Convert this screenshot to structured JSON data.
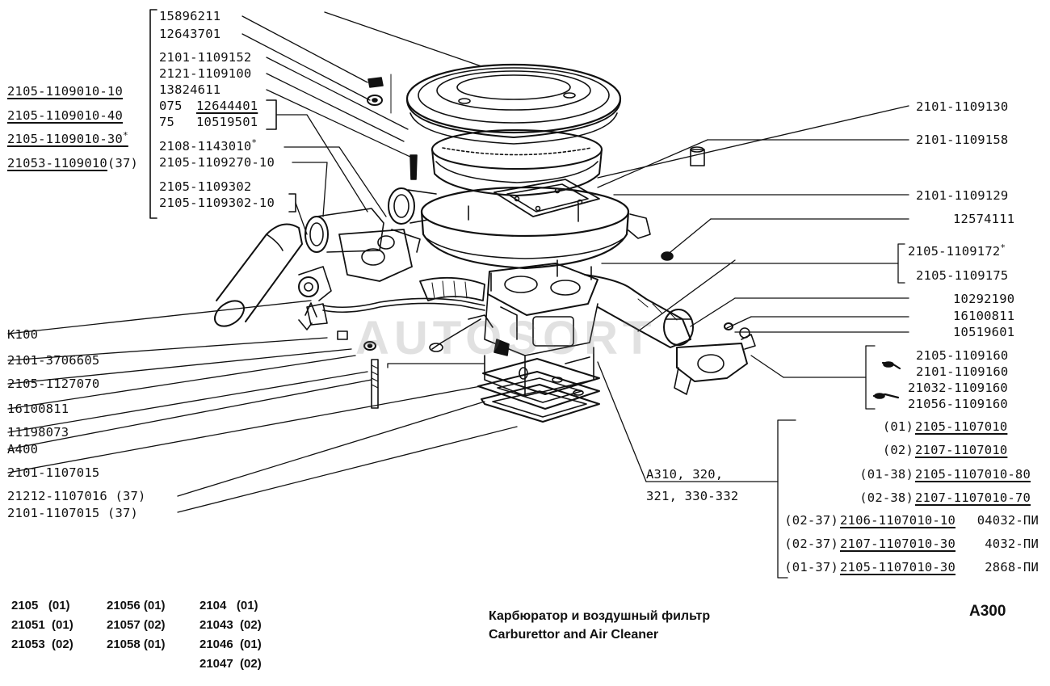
{
  "labels": {
    "l15896211": "15896211",
    "l12643701": "12643701",
    "l2101_1109152": "2101-1109152",
    "l2121_1109100": "2121-1109100",
    "l13824611": "13824611",
    "l075": "075",
    "l12644401": "12644401",
    "l75": "75",
    "l10519501": "10519501",
    "l2108_1143010": "2108-1143010",
    "l2105_1109270_10": "2105-1109270-10",
    "l2105_1109302": "2105-1109302",
    "l2105_1109302_10": "2105-1109302-10",
    "l2105_1109010_10": "2105-1109010-10",
    "l2105_1109010_40": "2105-1109010-40",
    "l2105_1109010_30": "2105-1109010-30",
    "l21053_1109010": "21053-1109010",
    "l21053_suffix": "(37)",
    "lK100": "K100",
    "l2101_3706605": "2101-3706605",
    "l2105_1127070": "2105-1127070",
    "l16100811a": "16100811",
    "l11198073": "11198073",
    "lA400": "A400",
    "l2101_1107015": "2101-1107015",
    "l21212_1107016": "21212-1107016 (37)",
    "l2101_1107015b": "2101-1107015  (37)",
    "r2101_1109130": "2101-1109130",
    "r2101_1109158": "2101-1109158",
    "r2101_1109129": "2101-1109129",
    "r12574111": "12574111",
    "r2105_1109172": "2105-1109172",
    "r2105_1109175": "2105-1109175",
    "r10292190": "10292190",
    "r16100811": "16100811",
    "r10519601": "10519601",
    "r2105_1109160": "2105-1109160",
    "r2101_1109160": "2101-1109160",
    "r21032_1109160": "21032-1109160",
    "r21056_1109160": "21056-1109160",
    "a310": "A310, 320,",
    "a321": "321, 330-332",
    "star": "*"
  },
  "carbs": [
    {
      "pre": "(01)",
      "code": "2105-1107010",
      "post": ""
    },
    {
      "pre": "(02)",
      "code": "2107-1107010",
      "post": ""
    },
    {
      "pre": "(01-38)",
      "code": "2105-1107010-80",
      "post": ""
    },
    {
      "pre": "(02-38)",
      "code": "2107-1107010-70",
      "post": ""
    },
    {
      "pre": "(02-37)",
      "code": "2106-1107010-10",
      "post": "04032-ПИ"
    },
    {
      "pre": "(02-37)",
      "code": "2107-1107010-30",
      "post": "4032-ПИ"
    },
    {
      "pre": "(01-37)",
      "code": "2105-1107010-30",
      "post": "2868-ПИ"
    }
  ],
  "applicability": {
    "col1": [
      "2105   (01)",
      "21051  (01)",
      "21053  (02)"
    ],
    "col2": [
      "21056 (01)",
      "21057 (02)",
      "21058 (01)"
    ],
    "col3": [
      "2104   (01)",
      "21043  (02)",
      "21046  (01)",
      "21047  (02)"
    ]
  },
  "title_ru": "Карбюратор и воздушный фильтр",
  "title_en": "Carburettor and Air Cleaner",
  "page_code": "A300",
  "watermark": "AUTOSORT"
}
